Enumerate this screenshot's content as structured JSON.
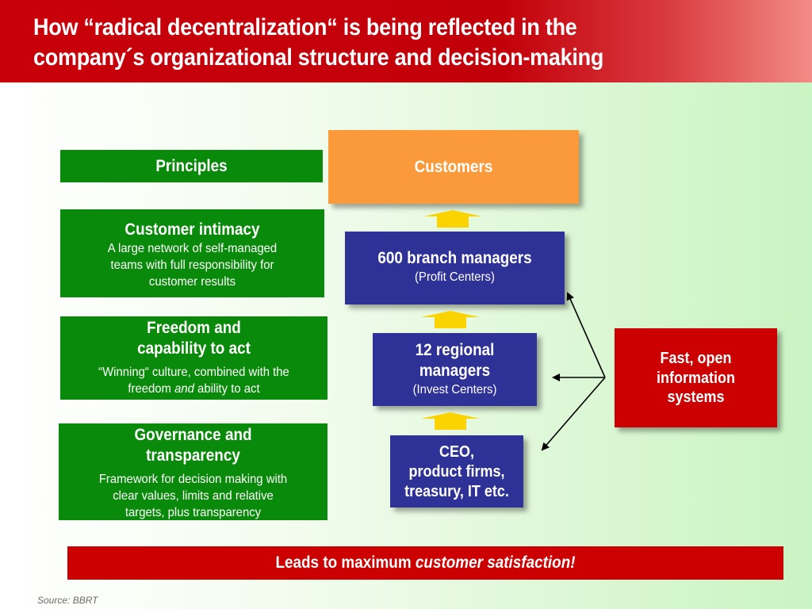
{
  "header": {
    "title_line1": "How “radical decentralization“ is being reflected in the",
    "title_line2": "company´s organizational structure and decision-making"
  },
  "principles": {
    "label": "Principles",
    "items": [
      {
        "title": "Customer intimacy",
        "text_lines": [
          "A large network of self-managed",
          "teams with full responsibility for",
          "customer results"
        ]
      },
      {
        "title_lines": [
          "Freedom and",
          "capability to act"
        ],
        "text_line1": "“Winning“ culture, combined with the",
        "text_line2_pre": "freedom ",
        "text_line2_em": "and",
        "text_line2_post": " ability to act"
      },
      {
        "title_lines": [
          "Governance and",
          "transparency"
        ],
        "text_lines": [
          "Framework for decision making with",
          "clear values, limits and relative",
          "targets, plus transparency"
        ]
      }
    ]
  },
  "structure": {
    "customers": "Customers",
    "branch": {
      "title": "600 branch managers",
      "subtitle": "(Profit Centers)"
    },
    "regional": {
      "title_lines": [
        "12 regional",
        "managers"
      ],
      "subtitle": "(Invest Centers)"
    },
    "ceo": {
      "lines": [
        "CEO,",
        "product firms,",
        "treasury, IT etc."
      ]
    }
  },
  "info_systems": {
    "lines": [
      "Fast, open",
      "information",
      "systems"
    ]
  },
  "footer_banner": {
    "pre": "Leads to maximum ",
    "em": "customer satisfaction!"
  },
  "source": "Source: BBRT",
  "colors": {
    "header_red": "#c8000a",
    "principle_green": "#0a8a0a",
    "structure_blue": "#2e3196",
    "customers_orange": "#fb9a3a",
    "info_red": "#cc0000",
    "arrow_yellow": "#fbd400"
  }
}
